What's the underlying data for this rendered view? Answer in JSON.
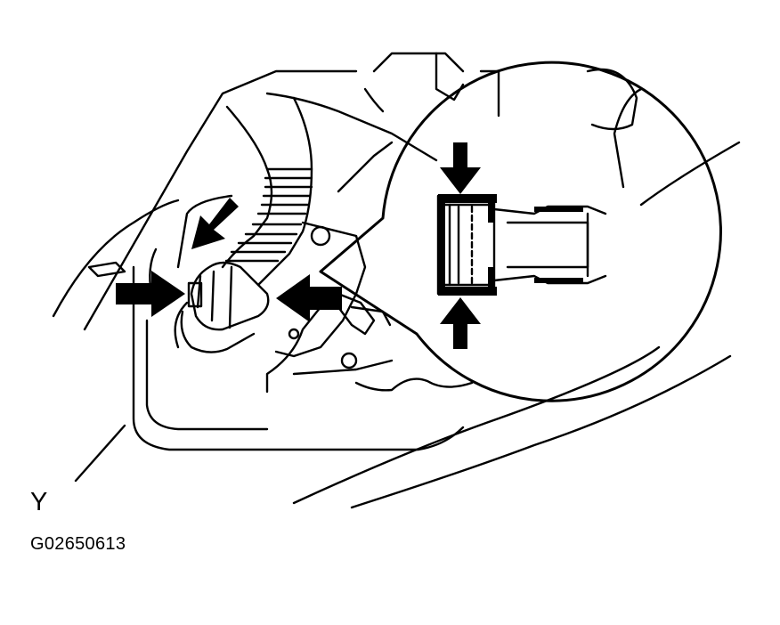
{
  "view_label": "Y",
  "figure_code": "G02650613",
  "colors": {
    "ink": "#000000",
    "paper": "#ffffff"
  },
  "arrows": [
    {
      "name": "arrow-upper-left",
      "direction": "down-left"
    },
    {
      "name": "arrow-left",
      "direction": "right"
    },
    {
      "name": "arrow-right",
      "direction": "left"
    },
    {
      "name": "detail-arrow-top",
      "direction": "down"
    },
    {
      "name": "detail-arrow-bottom",
      "direction": "up"
    }
  ],
  "callout": {
    "shape": "circle-with-pointer",
    "content": "quick-connector-detail"
  }
}
